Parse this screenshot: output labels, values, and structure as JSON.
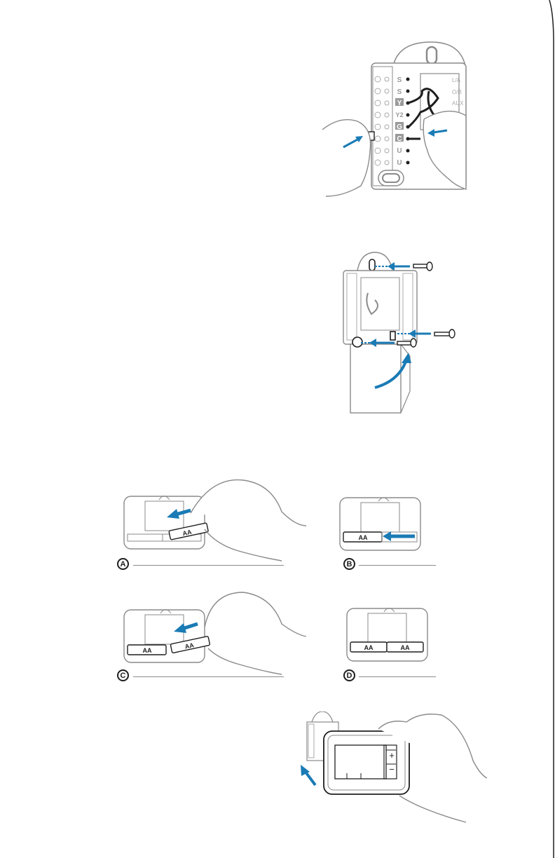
{
  "colors": {
    "accent": "#1a7bb5",
    "line": "#8a8a8a",
    "dark": "#1e1e1e"
  },
  "terminals": {
    "left": [
      "S",
      "S",
      "Y",
      "Y2",
      "G",
      "C",
      "U",
      "U"
    ],
    "right": [
      "L/A",
      "O/B",
      "AUX"
    ]
  },
  "batteries": {
    "label": "AA"
  },
  "steps": {
    "a": "A",
    "b": "B",
    "c": "C",
    "d": "D"
  },
  "thermostat": {
    "plus": "+",
    "minus": "−"
  }
}
